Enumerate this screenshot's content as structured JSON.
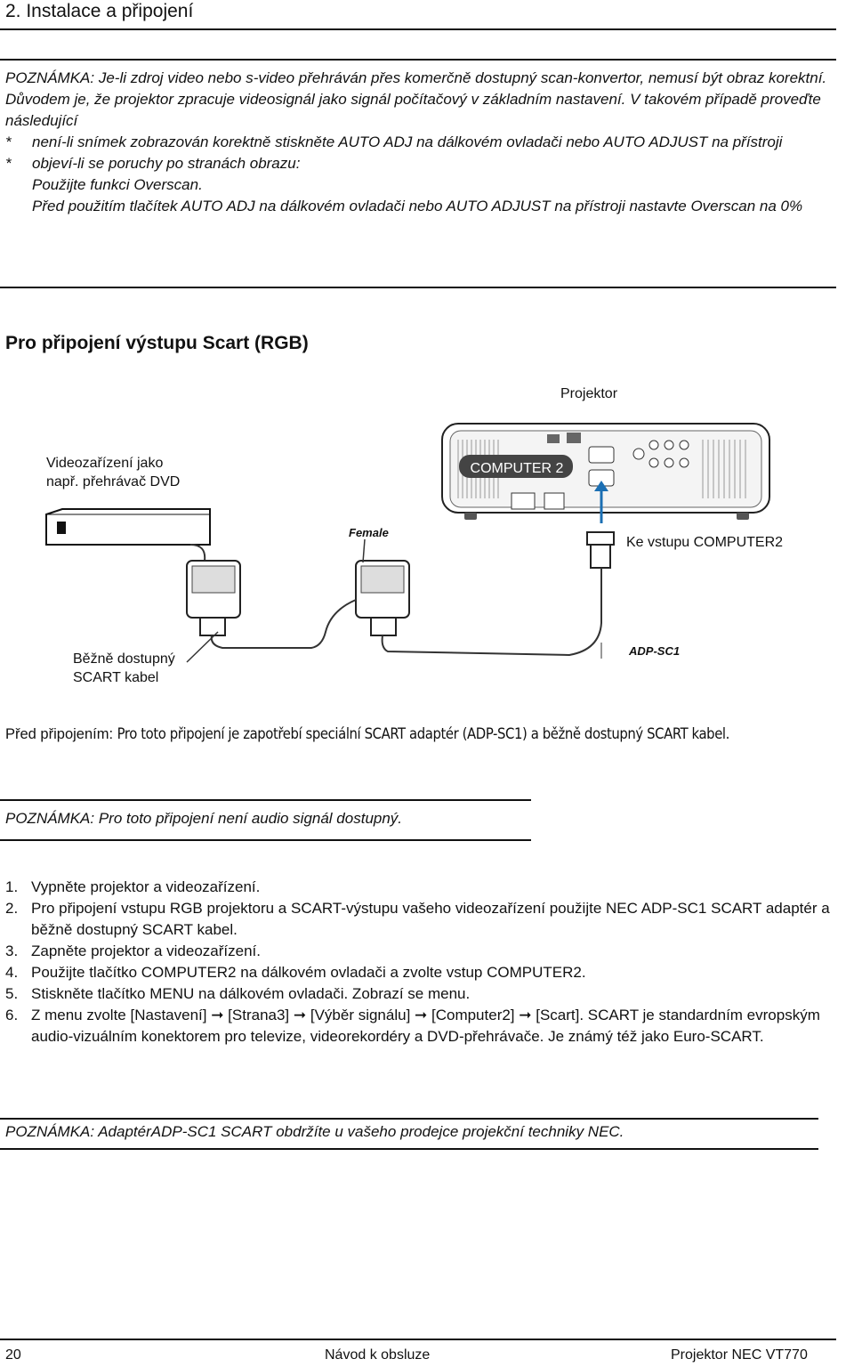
{
  "header": {
    "title": "2. Instalace a připojení"
  },
  "note1": {
    "line1": "POZNÁMKA: Je-li zdroj video nebo s-video přehráván přes komerčně dostupný scan-konvertor, nemusí být obraz korektní.",
    "line2": "Důvodem je, že projektor zpracuje videosignál jako signál počítačový v základním nastavení. V takovém případě proveďte následující",
    "bullets": [
      "není-li snímek zobrazován korektně stiskněte AUTO ADJ na dálkovém ovladači nebo AUTO ADJUST na přístroji",
      "objeví-li se poruchy po stranách obrazu:"
    ],
    "bullet_mark": "*",
    "sub1": "Použijte funkci Overscan.",
    "sub2": "Před použitím tlačítek AUTO ADJ na dálkovém ovladači nebo AUTO ADJUST na přístroji nastavte Overscan na 0%"
  },
  "section": {
    "heading": "Pro připojení výstupu Scart (RGB)"
  },
  "diagram": {
    "projector_label": "Projektor",
    "video_device_line1": "Videozařízení jako",
    "video_device_line2": "např. přehrávač DVD",
    "computer2_tag": "COMPUTER 2",
    "female_label": "Female",
    "input_label": "Ke vstupu COMPUTER2",
    "cable_line1": "Běžně dostupný",
    "cable_line2": "SCART kabel",
    "adapter_label": "ADP-SC1"
  },
  "before_connecting": {
    "prefix": "Před připojením:",
    "text": "Pro toto připojení je zapotřebí speciální SCART adaptér (ADP-SC1) a běžně dostupný SCART kabel."
  },
  "note2": {
    "text": "POZNÁMKA: Pro toto připojení není audio signál dostupný."
  },
  "steps": [
    {
      "num": "1.",
      "text": "Vypněte projektor a videozařízení."
    },
    {
      "num": "2.",
      "text": "Pro připojení vstupu RGB projektoru a SCART-výstupu vašeho videozařízení použijte NEC ADP-SC1 SCART adaptér a běžně dostupný SCART kabel."
    },
    {
      "num": "3.",
      "text": "Zapněte projektor a videozařízení."
    },
    {
      "num": "4.",
      "text": "Použijte tlačítko COMPUTER2 na dálkovém ovladači a zvolte vstup COMPUTER2."
    },
    {
      "num": "5.",
      "text": "Stiskněte tlačítko MENU na dálkovém ovladači. Zobrazí se menu."
    },
    {
      "num": "6.",
      "text": "Z  menu  zvolte [Nastavení] ➞ [Strana3] ➞ [Výběr signálu] ➞ [Computer2] ➞ [Scart]. SCART je standardním evropským audio-vizuálním konektorem pro televize, videorekordéry a  DVD-přehrávače. Je známý též jako Euro-SCART."
    }
  ],
  "note3": {
    "text": "POZNÁMKA: AdaptérADP-SC1 SCART obdržíte u vašeho prodejce projekční techniky NEC."
  },
  "footer": {
    "page": "20",
    "center": "Návod k obsluze",
    "right": "Projektor NEC VT770"
  }
}
